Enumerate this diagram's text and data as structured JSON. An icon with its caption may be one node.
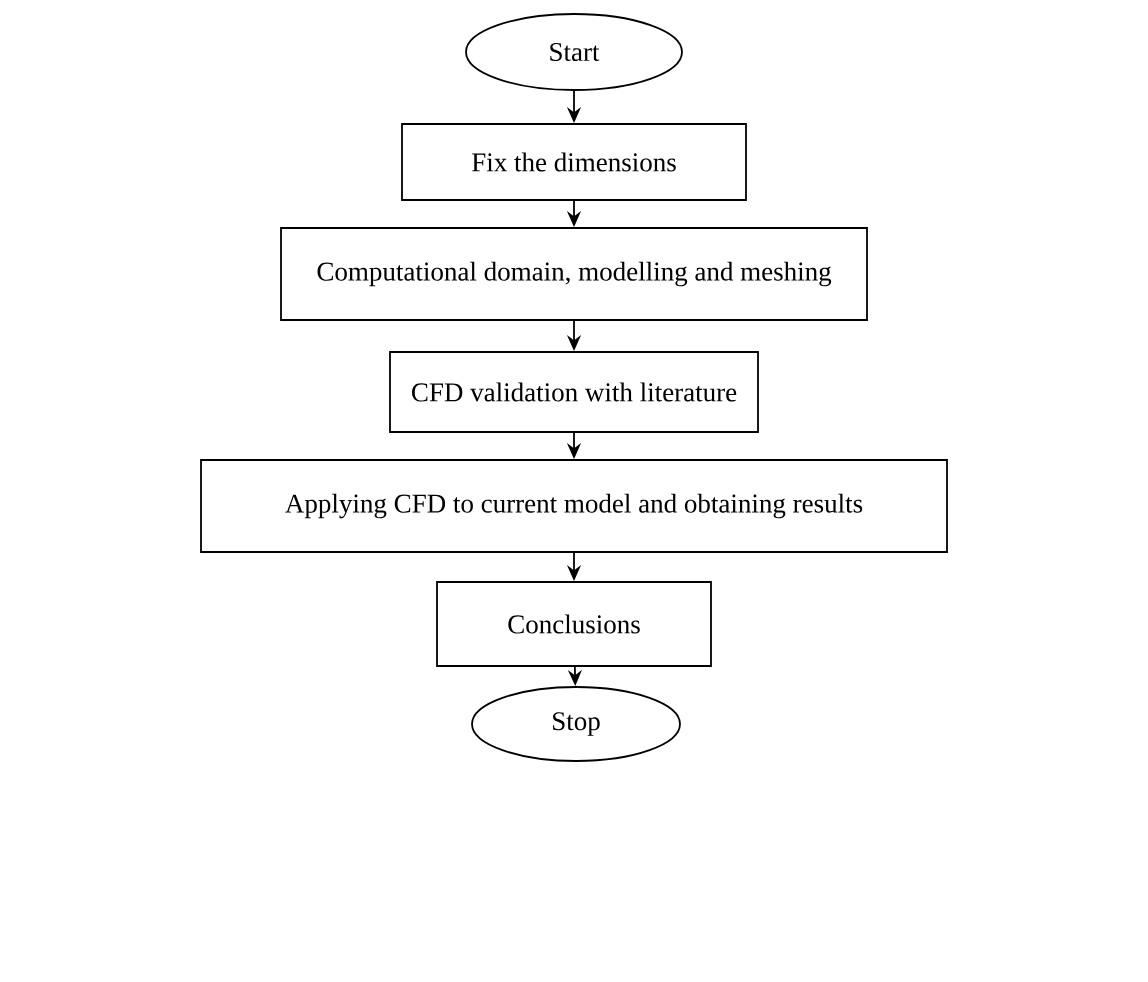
{
  "diagram": {
    "nodes": [
      {
        "text": [
          "Start"
        ]
      },
      {
        "text": [
          "Fix the dimensions"
        ]
      },
      {
        "text": [
          "Computational domain, modelling and meshing"
        ]
      },
      {
        "text": [
          "CFD validation with literature"
        ]
      },
      {
        "text": [
          "Applying CFD to current model and obtaining results"
        ]
      },
      {
        "text": [
          "Conclusions"
        ]
      },
      {
        "text": [
          "Stop"
        ]
      }
    ],
    "edges": [
      {
        "from": 0,
        "to": 1,
        "arrow": "to"
      },
      {
        "from": 1,
        "to": 2,
        "arrow": "to"
      },
      {
        "from": 2,
        "to": 3,
        "arrow": "to"
      },
      {
        "from": 3,
        "to": 4,
        "arrow": "to"
      },
      {
        "from": 4,
        "to": 5,
        "arrow": "to"
      },
      {
        "from": 5,
        "to": 6,
        "arrow": "to"
      }
    ]
  }
}
